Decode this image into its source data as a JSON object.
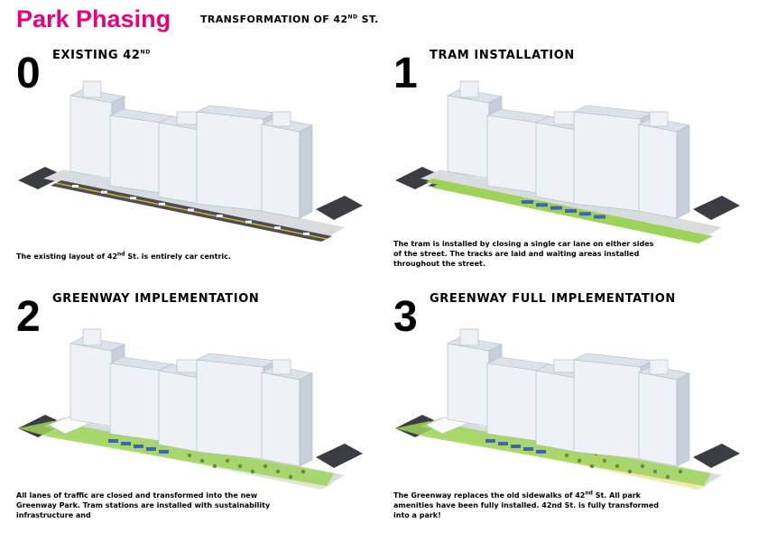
{
  "header": {
    "title": "Park Phasing",
    "subtitle_prefix": "TRANSFORMATION OF 42",
    "subtitle_sup": "ND",
    "subtitle_suffix": " ST.",
    "title_color": "#e6007e"
  },
  "phases": [
    {
      "number": "0",
      "title": "EXISTING 42",
      "title_sup": "ND",
      "caption_parts": [
        "The existing layout of 42",
        "nd",
        " St. is entirely car centric."
      ],
      "street_mode": "cars"
    },
    {
      "number": "1",
      "title": "TRAM INSTALLATION",
      "caption": "The tram is installed by closing a single car lane on either sides of the street. The tracks are laid and waiting areas installed throughout the street.",
      "street_mode": "tram"
    },
    {
      "number": "2",
      "title": "GREENWAY IMPLEMENTATION",
      "caption": "All lanes of traffic are closed and transformed into the new Greenway Park. Tram stations are installed with sustainability infrastructure and",
      "street_mode": "greenway"
    },
    {
      "number": "3",
      "title": "GREENWAY FULL IMPLEMENTATION",
      "caption_parts": [
        "The Greenway replaces the old sidewalks of 42",
        "nd",
        " St. All park amenities have been fully installed. 42nd St. is fully transformed into a park!"
      ],
      "street_mode": "full"
    }
  ],
  "colors": {
    "building_light": "#eef2f6",
    "building_mid": "#dbe2ea",
    "building_dark": "#c7d0da",
    "road": "#4a4d52",
    "green": "#9ed35a",
    "plaza": "#f3e6b0",
    "tram": "#3f63b8",
    "sculpture": "#e0281e"
  }
}
